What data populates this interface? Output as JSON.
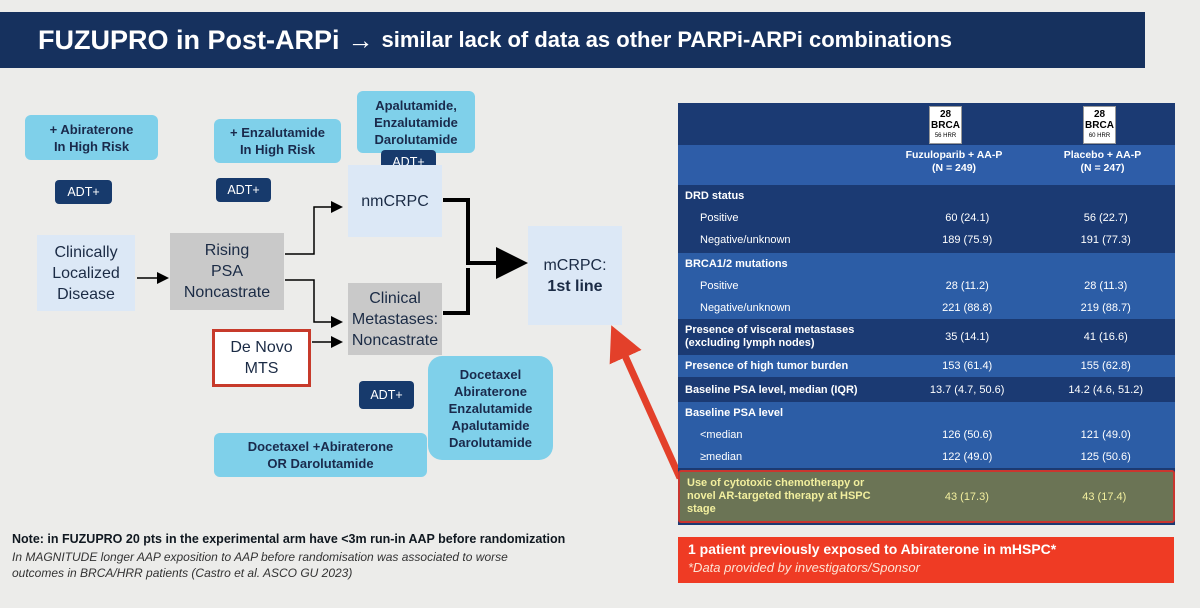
{
  "title": {
    "part1": "FUZUPRO in Post-ARPi",
    "arrow": "→",
    "part2": "similar lack of data as other PARPi-ARPi combinations"
  },
  "flow": {
    "abiraterone_high_risk": [
      "+ Abiraterone",
      "In High Risk"
    ],
    "enzalutamide_high_risk": [
      "+ Enzalutamide",
      "In High Risk"
    ],
    "nm_drugs": [
      "Apalutamide,",
      "Enzalutamide",
      "Darolutamide"
    ],
    "adt": "ADT+",
    "clinically_localized": [
      "Clinically",
      "Localized",
      "Disease"
    ],
    "rising_psa": [
      "Rising",
      "PSA",
      "Noncastrate"
    ],
    "nmcrpc": "nmCRPC",
    "clinical_metastases": [
      "Clinical",
      "Metastases:",
      "Noncastrate"
    ],
    "mcrpc": [
      "mCRPC:",
      "1st line"
    ],
    "de_novo": [
      "De Novo",
      "MTS"
    ],
    "mhspc_drugs": [
      "Docetaxel",
      "Abiraterone",
      "Enzalutamide",
      "Apalutamide",
      "Darolutamide"
    ],
    "docetaxel_combo": [
      "Docetaxel +Abiraterone",
      "OR Darolutamide"
    ]
  },
  "note": {
    "line1": "Note: in FUZUPRO 20 pts in the experimental arm have <3m run-in AAP before randomization",
    "line2": "In MAGNITUDE longer AAP exposition to AAP before randomisation was associated to worse",
    "line3": "outcomes in BRCA/HRR patients (Castro et al. ASCO GU 2023)"
  },
  "table": {
    "badge1": {
      "n": "28",
      "label": "BRCA",
      "sub": "56 HRR"
    },
    "badge2": {
      "n": "28",
      "label": "BRCA",
      "sub": "60 HRR"
    },
    "col1": [
      "Fuzuloparib + AA-P",
      "(N = 249)"
    ],
    "col2": [
      "Placebo + AA-P",
      "(N = 247)"
    ],
    "rows": [
      {
        "label": "DRD status",
        "v1": "",
        "v2": ""
      },
      {
        "label": "Positive",
        "v1": "60 (24.1)",
        "v2": "56 (22.7)"
      },
      {
        "label": "Negative/unknown",
        "v1": "189 (75.9)",
        "v2": "191 (77.3)"
      },
      {
        "label": "BRCA1/2 mutations",
        "v1": "",
        "v2": ""
      },
      {
        "label": "Positive",
        "v1": "28 (11.2)",
        "v2": "28 (11.3)"
      },
      {
        "label": "Negative/unknown",
        "v1": "221 (88.8)",
        "v2": "219 (88.7)"
      },
      {
        "label": "Presence of visceral metastases (excluding lymph nodes)",
        "v1": "35 (14.1)",
        "v2": "41 (16.6)"
      },
      {
        "label": "Presence of high tumor burden",
        "v1": "153 (61.4)",
        "v2": "155 (62.8)"
      },
      {
        "label": "Baseline PSA level, median (IQR)",
        "v1": "13.7 (4.7, 50.6)",
        "v2": "14.2 (4.6, 51.2)"
      },
      {
        "label": "Baseline PSA level",
        "v1": "",
        "v2": ""
      },
      {
        "label": "<median",
        "v1": "126 (50.6)",
        "v2": "121 (49.0)"
      },
      {
        "label": "≥median",
        "v1": "122 (49.0)",
        "v2": "125 (50.6)"
      },
      {
        "label": "Use of cytotoxic chemotherapy or novel AR-targeted therapy at HSPC stage",
        "v1": "43 (17.3)",
        "v2": "43 (17.4)"
      }
    ]
  },
  "callout": {
    "line1": "1 patient previously exposed to Abiraterone in mHSPC*",
    "line2": "*Data provided by investigators/Sponsor"
  },
  "colors": {
    "navy": "#16315e",
    "light_blue": "#7fd0ea",
    "red": "#ef3b24"
  }
}
